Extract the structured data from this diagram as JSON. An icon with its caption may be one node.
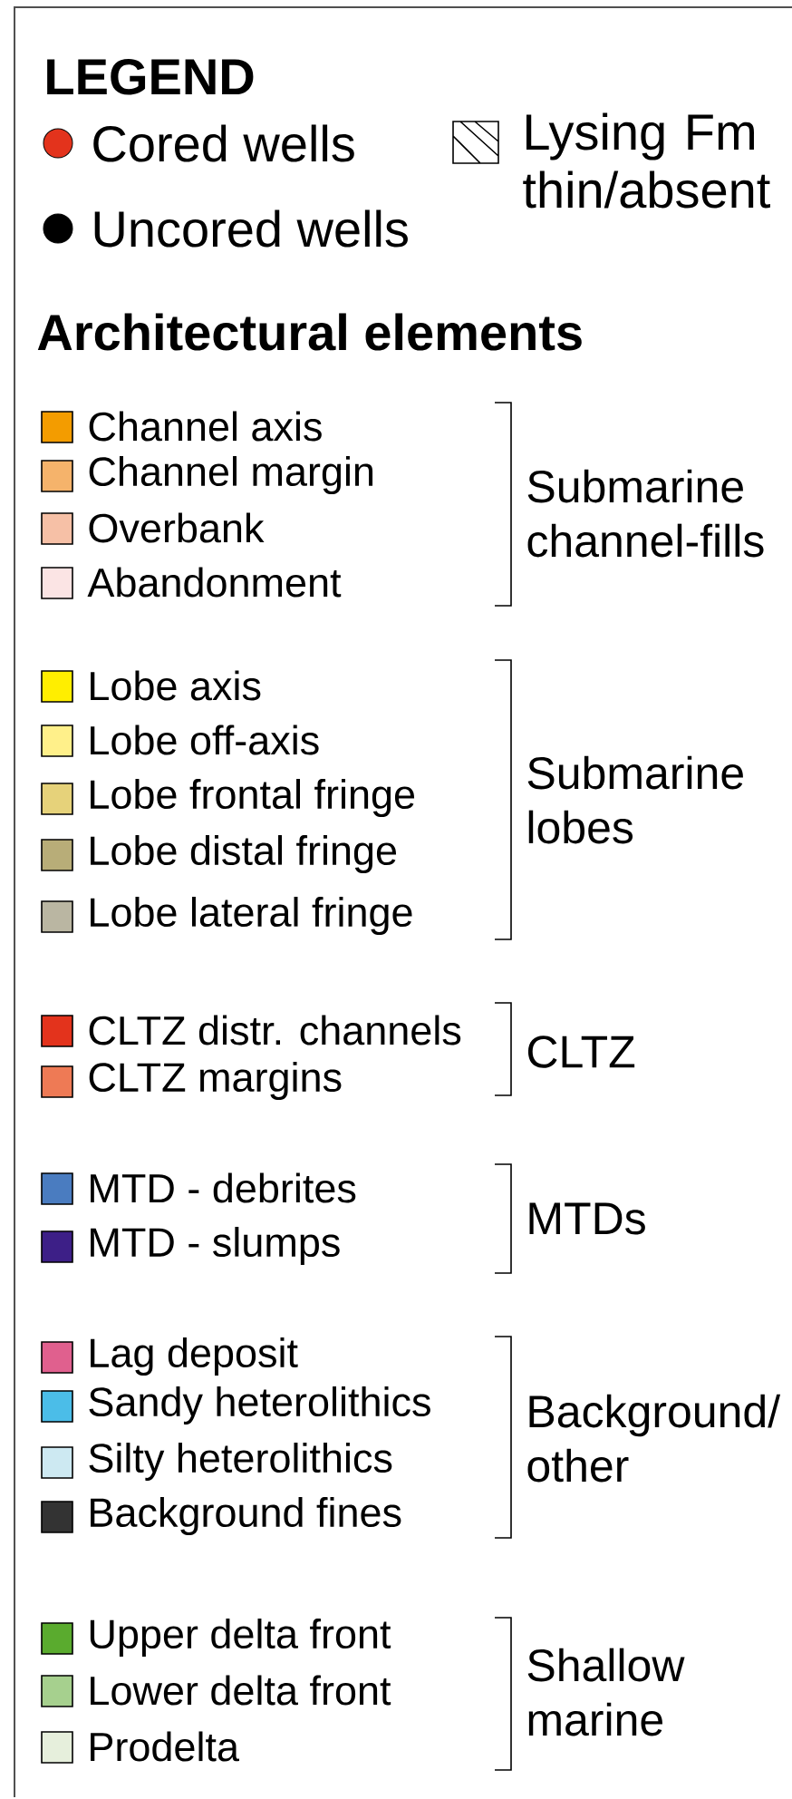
{
  "diagram": {
    "title": "LEGEND",
    "labels": [
      "Architectural elements",
      "Submarine channel-fills",
      "Submarine lobes",
      "CLTZ",
      "MTDs",
      "Background/ other",
      "Shallow marine"
    ],
    "legend": [
      {
        "text": "Cored wells",
        "color": "#e3331c"
      },
      {
        "text": "Uncored wells",
        "color": "#000000"
      },
      {
        "text": "Lysing Fm thin/absent"
      },
      {
        "text": "Channel axis",
        "color": "#f39c00"
      },
      {
        "text": "Channel margin",
        "color": "#f5b36b"
      },
      {
        "text": "Overbank",
        "color": "#f6c0a6"
      },
      {
        "text": "Abandonment",
        "color": "#fbe4e4"
      },
      {
        "text": "Lobe axis",
        "color": "#ffee00"
      },
      {
        "text": "Lobe off-axis",
        "color": "#fff08a"
      },
      {
        "text": "Lobe frontal fringe",
        "color": "#e6d27a"
      },
      {
        "text": "Lobe distal fringe",
        "color": "#b8ad78"
      },
      {
        "text": "Lobe lateral fringe",
        "color": "#bab6a2"
      },
      {
        "text": "CLTZ distr. channels",
        "color": "#e3331c"
      },
      {
        "text": "CLTZ margins",
        "color": "#ee7a55"
      },
      {
        "text": "MTD - debrites",
        "color": "#4a7cc0"
      },
      {
        "text": "MTD - slumps",
        "color": "#3d1f87"
      },
      {
        "text": "Lag deposit",
        "color": "#e0608e"
      },
      {
        "text": "Sandy heterolithics",
        "color": "#4bbde8"
      },
      {
        "text": "Silty heterolithics",
        "color": "#cde9f2"
      },
      {
        "text": "Background fines",
        "color": "#333333"
      },
      {
        "text": "Upper delta front",
        "color": "#5aab2e"
      },
      {
        "text": "Lower delta front",
        "color": "#a6d08e"
      },
      {
        "text": "Prodelta",
        "color": "#e6efdc"
      }
    ]
  }
}
